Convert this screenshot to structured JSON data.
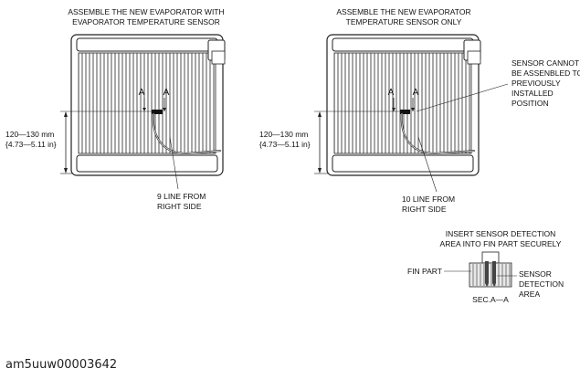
{
  "left": {
    "title_line1": "ASSEMBLE THE NEW EVAPORATOR WITH",
    "title_line2": "EVAPORATOR TEMPERATURE SENSOR",
    "section_mark": "A",
    "dimension_mm": "120—130 mm",
    "dimension_in": "{4.73—5.11 in}",
    "callout_line1": "9 LINE FROM",
    "callout_line2": "RIGHT SIDE"
  },
  "right": {
    "title_line1": "ASSEMBLE THE NEW EVAPORATOR",
    "title_line2": "TEMPERATURE SENSOR ONLY",
    "section_mark": "A",
    "dimension_mm": "120—130 mm",
    "dimension_in": "{4.73—5.11 in}",
    "callout_line1": "10 LINE FROM",
    "callout_line2": "RIGHT SIDE",
    "warning_line1": "SENSOR CANNOT",
    "warning_line2": "BE ASSENBLED TO",
    "warning_line3": "PREVIOUSLY",
    "warning_line4": "INSTALLED",
    "warning_line5": "POSITION"
  },
  "detail": {
    "title_line1": "INSERT SENSOR DETECTION",
    "title_line2": "AREA INTO FIN PART SECURELY",
    "fin_label": "FIN PART",
    "sensor_line1": "SENSOR",
    "sensor_line2": "DETECTION",
    "sensor_line3": "AREA",
    "section_label": "SEC.A—A"
  },
  "figure_code": "am5uuw00003642"
}
